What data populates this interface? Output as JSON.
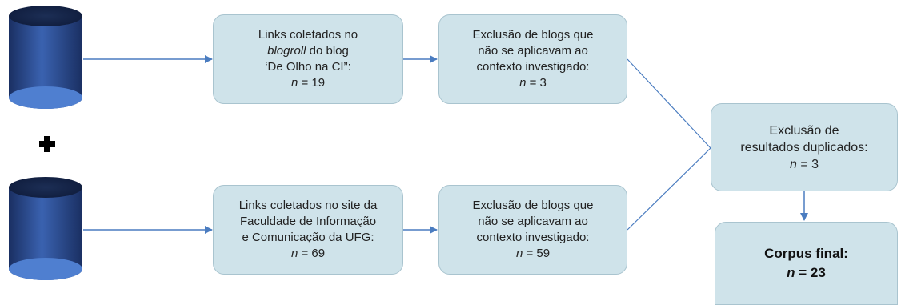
{
  "sources": [
    {
      "name": "source-database-1",
      "icon": "database-icon"
    },
    {
      "name": "source-database-2",
      "icon": "database-icon"
    }
  ],
  "plus_icon": "plus-icon",
  "boxes": {
    "collected_blogroll": {
      "line1": "Links coletados no",
      "line2_italic": "blogroll",
      "line2_rest": " do blog",
      "line3": "‘De Olho na CI”:",
      "n_label": "n",
      "n_value": " = 19"
    },
    "exclusion_top": {
      "line1": "Exclusão de blogs que",
      "line2": "não se aplicavam ao",
      "line3": "contexto investigado:",
      "n_label": "n",
      "n_value": " =  3"
    },
    "collected_ufg": {
      "line1": "Links coletados no site da",
      "line2": "Faculdade de Informação",
      "line3": "e Comunicação da UFG:",
      "n_label": "n",
      "n_value": " = 69"
    },
    "exclusion_bottom": {
      "line1": "Exclusão de blogs que",
      "line2": "não se aplicavam ao",
      "line3": "contexto investigado:",
      "n_label": "n",
      "n_value": " = 59"
    },
    "duplicates": {
      "line1": "Exclusão de",
      "line2": "resultados duplicados:",
      "n_label": "n",
      "n_value": " = 3"
    },
    "corpus_final": {
      "line1": "Corpus final:",
      "n_label": "n",
      "n_value": " = 23"
    }
  },
  "colors": {
    "box_fill": "#cfe3ea",
    "box_border": "#a9c4cf",
    "connector": "#4a7cc0",
    "database_dark": "#1a2f62",
    "database_light": "#4f7fd0"
  }
}
